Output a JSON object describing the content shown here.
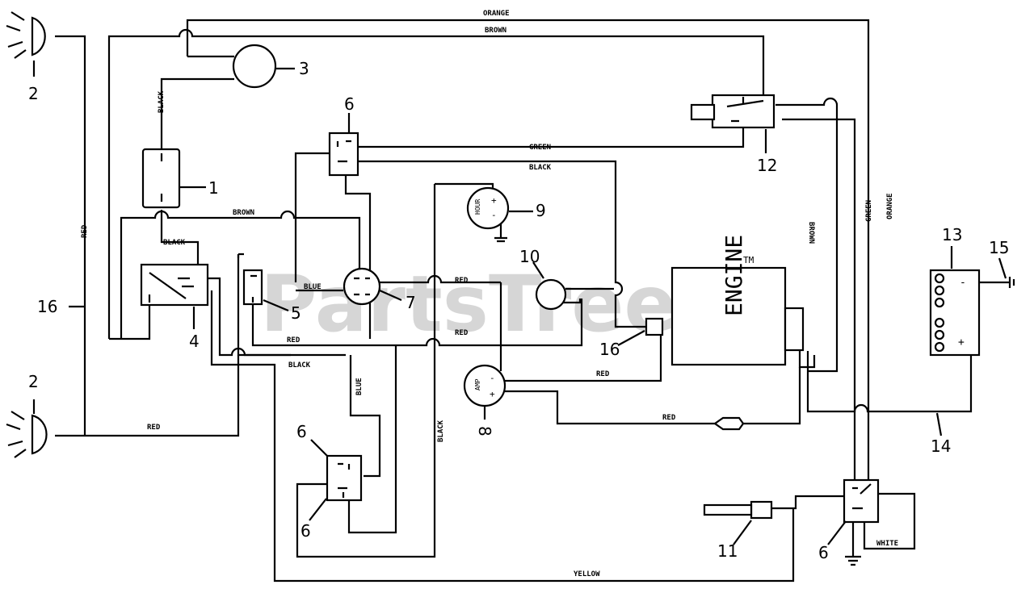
{
  "watermark": "PartsTree",
  "trademark": "TM",
  "wires": {
    "orange_top": "ORANGE",
    "brown_top": "BROWN",
    "black_left": "BLACK",
    "green_mid": "GREEN",
    "black_mid": "BLACK",
    "brown_mid": "BROWN",
    "black_small": "BLACK",
    "red_left": "RED",
    "blue_mid": "BLUE",
    "red_mid_1": "RED",
    "red_mid_2": "RED",
    "red_mid_3": "RED",
    "black_lower": "BLACK",
    "blue_lower": "BLUE",
    "black_vertical": "BLACK",
    "red_amp": "RED",
    "red_bottom": "RED",
    "red_headlight": "RED",
    "brown_right": "BROWN",
    "green_right": "GREEN",
    "orange_right": "ORANGE",
    "yellow_bottom": "YELLOW",
    "white_bottom": "WHITE"
  },
  "components": {
    "engine": "ENGINE",
    "hour_meter": "HOUR",
    "ammeter": "AMP",
    "terminal_plus": "+",
    "terminal_minus": "-"
  },
  "callouts": [
    "1",
    "2",
    "2",
    "3",
    "4",
    "5",
    "6",
    "6",
    "6",
    "6",
    "7",
    "8",
    "9",
    "10",
    "11",
    "12",
    "13",
    "14",
    "15",
    "16",
    "16"
  ]
}
